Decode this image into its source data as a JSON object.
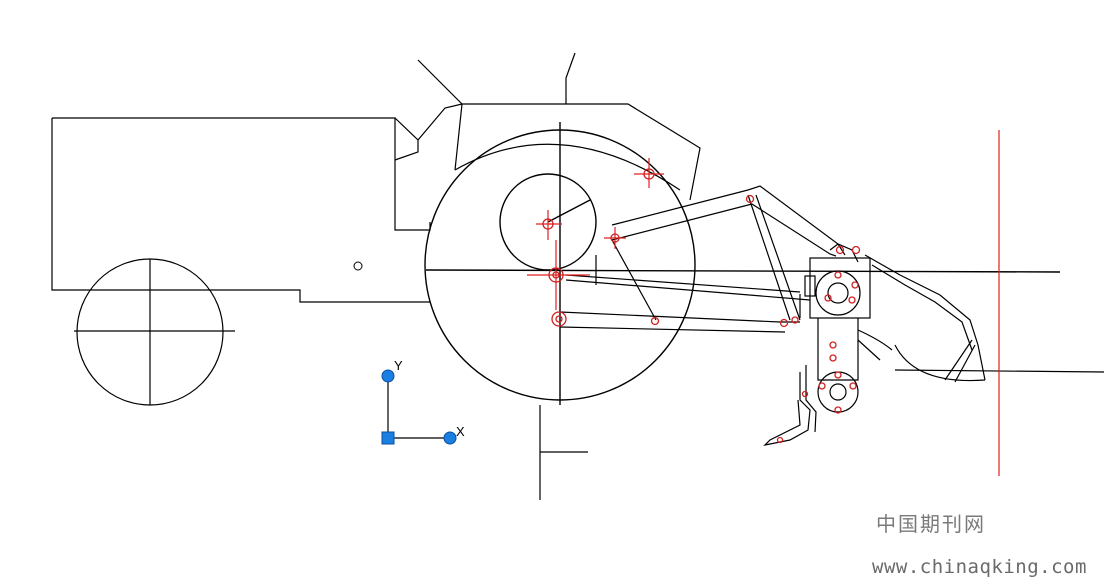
{
  "ucs": {
    "y_label": "Y",
    "x_label": "X"
  },
  "watermark": {
    "site_name": "中国期刊网",
    "url": "www.chinaqking.com"
  },
  "colors": {
    "background": "#ffffff",
    "linework": "#000000",
    "centerlines": "#e02020",
    "pivot_points": "#d02020",
    "ucs_icon": "#1a7fe0"
  }
}
